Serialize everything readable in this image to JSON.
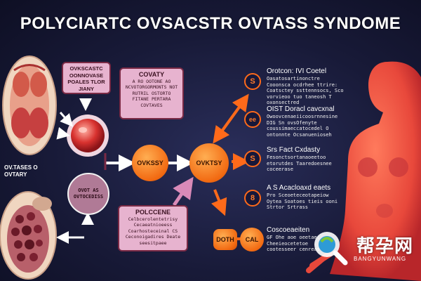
{
  "title": "POLYCIARTC  OVSACSTR OVTASS SYNDOME",
  "organ_top_label": "OV.TASES O OVTARY",
  "box_top": {
    "text": "OVKSCASTC OONNOVASE POALES TLOR JIANY"
  },
  "box_top2": {
    "heading": "COVATY",
    "text": "A RO OOTONE AO NCVOTORGORMONTS NOT RUTRIL OSTORTO FITANE PERTARA COVTAVES"
  },
  "circle_pink_left": {
    "text": "OVOT AS OVTOCEDISS"
  },
  "box_bottom": {
    "heading": "POLCCENE",
    "text": "Celbcerolentetrisy Cecaeatnioeess Coarhosteceinal CS Ceconoigadires Deate seesitpaee"
  },
  "center_left_circle": "OVKSSY",
  "center_right_circle": "OVKTSY",
  "bottom_orange_circle": "DOTH",
  "bottom_ring_circle": "CAL",
  "symptoms": [
    {
      "icon": "S",
      "heading": "Orotcon: IVI Coetel",
      "text": "Oasatosartinonctre Cooonsca ocdrhee ttrire: Coatsctey ssttennsocs, Sco vorvieoo tuo taneosh T oxonsectred"
    },
    {
      "icon": "ee",
      "heading": "OIST Doracl cavcxnal",
      "text": "Owoovcenaeiicoosrnnesine DIG Sn ovsOfenyte coussimaeccatocedel O ontonnte Ocsanuenioseh"
    },
    {
      "icon": "S",
      "heading": "Srs Fact Cxdasty",
      "text": "Fesonctsortanaoeetoo etorutdes Taaredoesnee coceerase"
    },
    {
      "icon": "8",
      "heading": "A S Acacloaxd eaets",
      "text": "Pro Sceoeteceotapeiow Oytea Soatoes tieis ooni Strtor Srtrass"
    },
    {
      "icon": "",
      "heading": "Coscoeaeiten",
      "text": "GF Ohe aoe oeetae: Cheeieocetetoe cootesseer cenreastsn"
    }
  ],
  "watermark": {
    "text": "帮孕网",
    "sub": "BANGYUNWANG"
  },
  "colors": {
    "orange": "#f26a12",
    "card": "#e7b3cf",
    "body": "#e8483b",
    "background": "#181a38"
  }
}
